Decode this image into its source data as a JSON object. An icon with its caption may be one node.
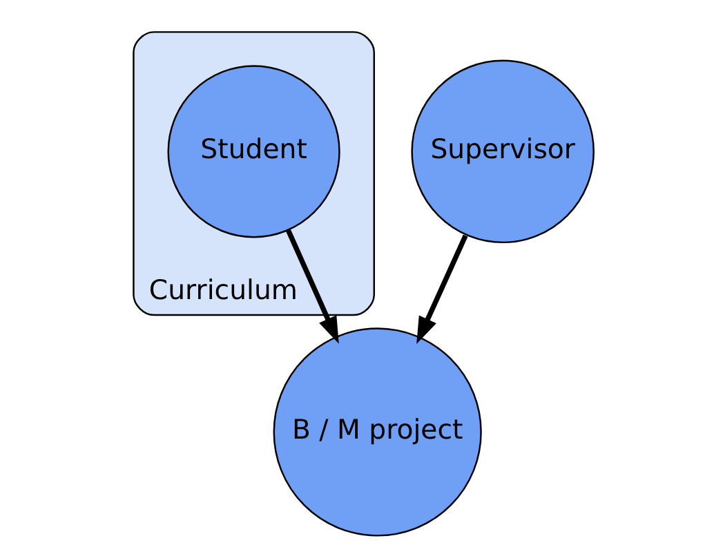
{
  "diagram": {
    "nodes": [
      {
        "text": [
          "Curriculum"
        ]
      },
      {
        "text": [
          "Student"
        ],
        "in": 0
      },
      {
        "text": [
          "Supervisor"
        ]
      },
      {
        "text": [
          "B / M project"
        ]
      }
    ],
    "edges": [
      {
        "from": 1,
        "to": 3,
        "arrow": "to"
      },
      {
        "from": 2,
        "to": 3,
        "arrow": "to"
      }
    ]
  }
}
